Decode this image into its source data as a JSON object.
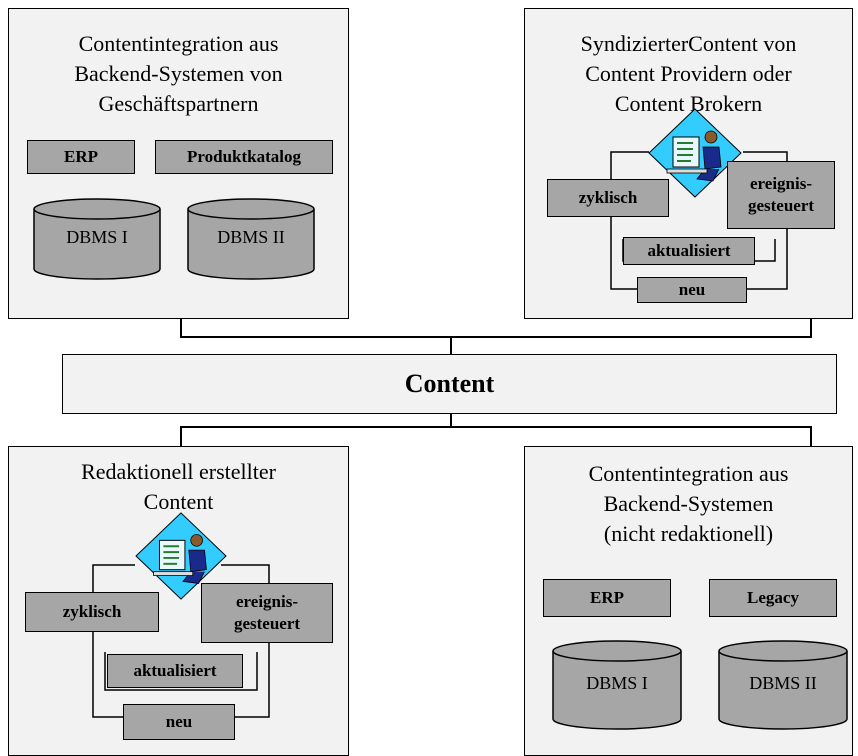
{
  "panels": {
    "top_left": {
      "title": [
        "Contentintegration aus",
        "Backend-Systemen von",
        "Geschäftspartnern"
      ],
      "boxes": [
        "ERP",
        "Produktkatalog"
      ],
      "databases": [
        "DBMS I",
        "DBMS II"
      ]
    },
    "top_right": {
      "title": [
        "SyndizierterContent von",
        "Content Providern oder",
        "Content Brokern"
      ],
      "events": [
        "zyklisch",
        "ereignis-",
        "gesteuert",
        "aktualisiert",
        "neu"
      ]
    },
    "bottom_left": {
      "title": [
        "Redaktionell erstellter",
        "Content"
      ],
      "events": [
        "zyklisch",
        "ereignis-",
        "gesteuert",
        "aktualisiert",
        "neu"
      ]
    },
    "bottom_right": {
      "title": [
        "Contentintegration aus",
        "Backend-Systemen",
        "(nicht redaktionell)"
      ],
      "boxes": [
        "ERP",
        "Legacy"
      ],
      "databases": [
        "DBMS I",
        "DBMS II"
      ]
    }
  },
  "center": {
    "label": "Content"
  },
  "icons": [
    "person-at-computer-icon",
    "database-cylinder-icon"
  ],
  "colors": {
    "panel_fill": "#f2f2f2",
    "box_fill": "#a6a6a6",
    "clipart_diamond": "#33ccff"
  }
}
